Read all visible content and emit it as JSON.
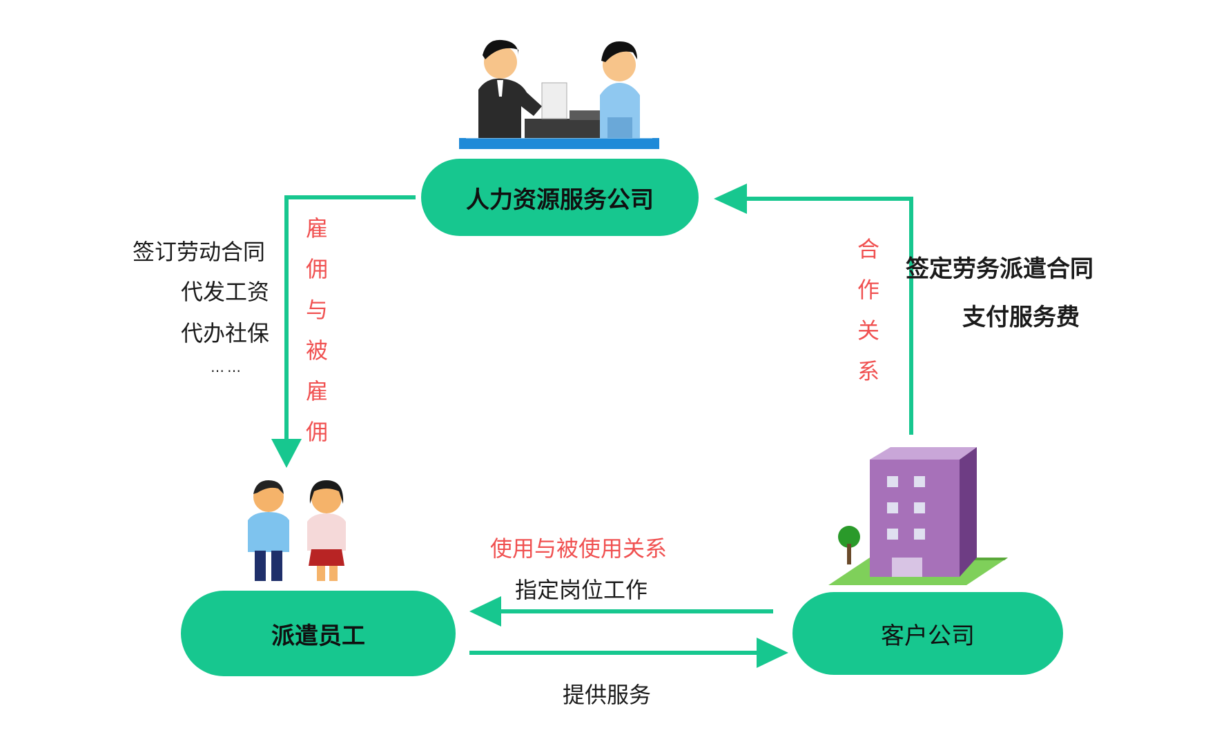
{
  "nodes": {
    "hr_company": "人力资源服务公司",
    "dispatched_staff": "派遣员工",
    "client_company": "客户公司"
  },
  "left_labels": {
    "line1": "签订劳动合同",
    "line2": "代发工资",
    "line3": "代办社保",
    "line4": "……"
  },
  "employment_vertical": [
    "雇",
    "佣",
    "与",
    "被",
    "雇",
    "佣"
  ],
  "cooperation_vertical": [
    "合",
    "作",
    "关",
    "系"
  ],
  "right_labels": {
    "line1": "签定劳务派遣合同",
    "line2": "支付服务费"
  },
  "bottom_labels": {
    "usage_relation": "使用与被使用关系",
    "assign_post": "指定岗位工作",
    "provide_service": "提供服务"
  },
  "colors": {
    "accent": "#17c78f",
    "relation_text": "#f05050"
  },
  "icons": [
    "handshake-meeting-icon",
    "couple-icon",
    "office-building-icon"
  ]
}
